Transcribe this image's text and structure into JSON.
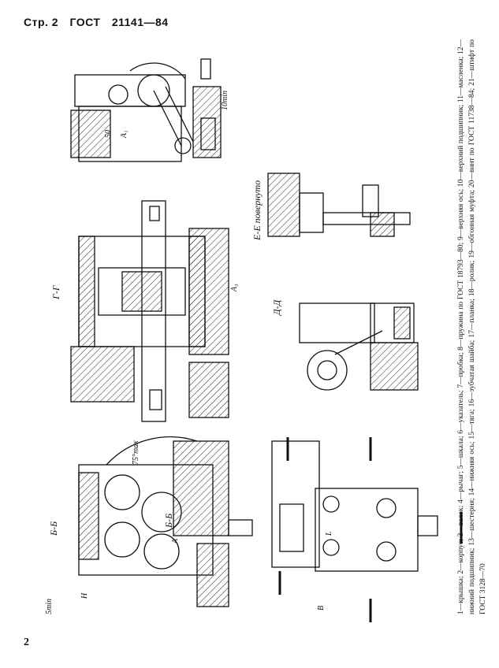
{
  "header": {
    "page": "Стр. 2",
    "standard": "ГОСТ",
    "number": "21141—84"
  },
  "page_number": "2",
  "sections": {
    "bb": "Б-Б",
    "gg": "Г-Г",
    "dd": "Д-Д",
    "ee": "Е-Е повернуто"
  },
  "dimensions": {
    "d50": "50",
    "a1": "A₁",
    "a3": "A₃",
    "a": "A",
    "h": "H",
    "l": "L",
    "b": "B",
    "s_min": "5min",
    "angle": "75°max",
    "ten_min": "10min"
  },
  "caption": "1—крышка; 2—корпус; 3—валок; 4—рычаг; 5—шкала; 6—указатель; 7—пробка; 8—пружина по ГОСТ 18793—80; 9—верхняя ось; 10—верхний подшипник; 11—масленка; 12—нижний подшипник; 13—шестерня; 14—нижняя ось; 15—тяга; 16—зубчатая шайба; 17—планка; 18—ролик; 19—обгонная муфта; 20—винт по ГОСТ 11738—84; 21—штифт по ГОСТ 3128—70"
}
